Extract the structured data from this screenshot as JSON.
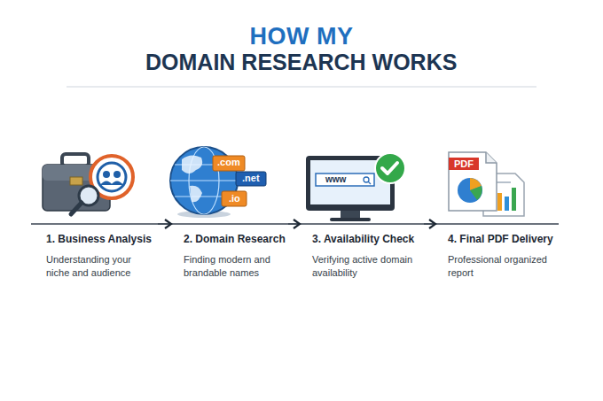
{
  "diagram": {
    "title": "HOW MY",
    "nodes": [
      {
        "text": [
          "1. Business Analysis",
          "Understanding your niche and audience"
        ]
      },
      {
        "text": [
          "2. Domain Research",
          "Finding modern and brandable names"
        ]
      },
      {
        "text": [
          "3. Availability Check",
          "Verifying active domain availability"
        ]
      },
      {
        "text": [
          "4. Final PDF Delivery",
          "Professional organized report"
        ]
      }
    ],
    "edges": [
      {
        "from": 0,
        "to": 1,
        "arrow": "to"
      },
      {
        "from": 1,
        "to": 2,
        "arrow": "to"
      },
      {
        "from": 2,
        "to": 3,
        "arrow": "to"
      }
    ],
    "labels": [
      "DOMAIN RESEARCH WORKS",
      ".com",
      ".net",
      ".io",
      "www",
      "PDF"
    ]
  }
}
